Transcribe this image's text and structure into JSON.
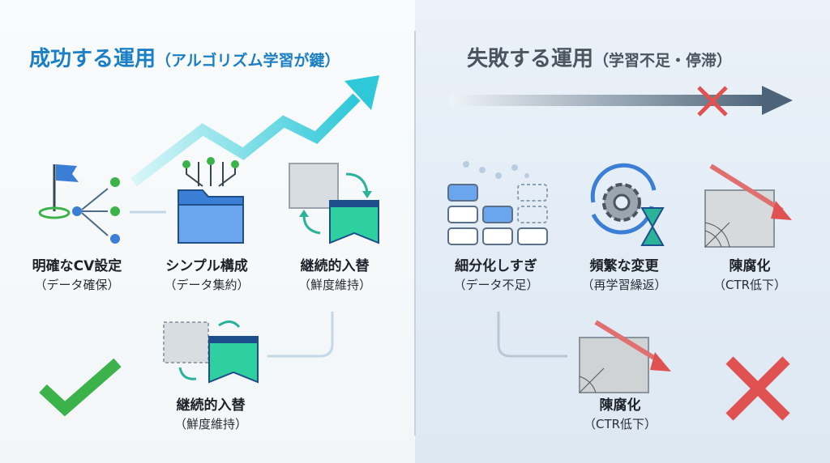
{
  "success": {
    "title": "成功する運用",
    "subtitle": "（アルゴリズム学習が鍵）",
    "items": [
      {
        "label": "明確なCV設定",
        "sub": "（データ確保）",
        "icon": "flag-branch-icon"
      },
      {
        "label": "シンプル構成",
        "sub": "（データ集約）",
        "icon": "folder-merge-icon"
      },
      {
        "label": "継続的入替",
        "sub": "（鮮度維持）",
        "icon": "creative-swap-icon"
      },
      {
        "label": "継続的入替",
        "sub": "（鮮度維持）",
        "icon": "creative-swap-icon"
      }
    ],
    "result_icon": "checkmark-icon",
    "colors": {
      "accent": "#1a7fc4",
      "check": "#3cb34a",
      "arrow": "#2ec8d8"
    }
  },
  "failure": {
    "title": "失敗する運用",
    "subtitle": "（学習不足・停滞）",
    "items": [
      {
        "label": "細分化しすぎ",
        "sub": "（データ不足）",
        "icon": "fragmented-grid-icon"
      },
      {
        "label": "頻繁な変更",
        "sub": "（再学習繰返）",
        "icon": "gear-cycle-hourglass-icon"
      },
      {
        "label": "陳腐化",
        "sub": "（CTR低下）",
        "icon": "declining-cobweb-icon"
      },
      {
        "label": "陳腐化",
        "sub": "（CTR低下）",
        "icon": "declining-cobweb-icon"
      }
    ],
    "result_icon": "cross-icon",
    "colors": {
      "cross": "#e05252",
      "arrow": "#4d6478"
    }
  }
}
